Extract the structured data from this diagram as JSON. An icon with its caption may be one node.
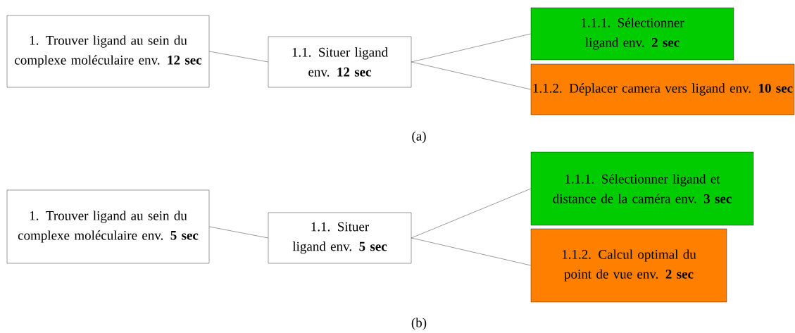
{
  "diagram": {
    "nodes": [
      {
        "text": [
          "1. Trouver ligand au sein du complexe moléculaire env. **12 sec**"
        ]
      },
      {
        "text": [
          "1.1. Situer ligand env. **12 sec**"
        ]
      },
      {
        "text": [
          "1.1.1. Sélectionner ligand env. **2 sec**"
        ]
      },
      {
        "text": [
          "1.1.2. Déplacer camera vers ligand env. **10 sec**"
        ]
      },
      {
        "text": [
          "1. Trouver ligand au sein du complexe moléculaire env. **5 sec**"
        ]
      },
      {
        "text": [
          "1.1. Situer ligand env. **5 sec**"
        ]
      },
      {
        "text": [
          "1.1.1. Sélectionner ligand et distance de la caméra env. **3 sec**"
        ]
      },
      {
        "text": [
          "1.1.2. Calcul optimal du point de vue env. **2 sec**"
        ]
      }
    ],
    "edges": [
      {
        "from": 0,
        "to": 1,
        "arrow": "none"
      },
      {
        "from": 1,
        "to": 2,
        "arrow": "none"
      },
      {
        "from": 1,
        "to": 3,
        "arrow": "none"
      },
      {
        "from": 4,
        "to": 5,
        "arrow": "none"
      },
      {
        "from": 5,
        "to": 6,
        "arrow": "none"
      },
      {
        "from": 5,
        "to": 7,
        "arrow": "none"
      }
    ],
    "labels": [
      "(a)",
      "(b)"
    ]
  }
}
